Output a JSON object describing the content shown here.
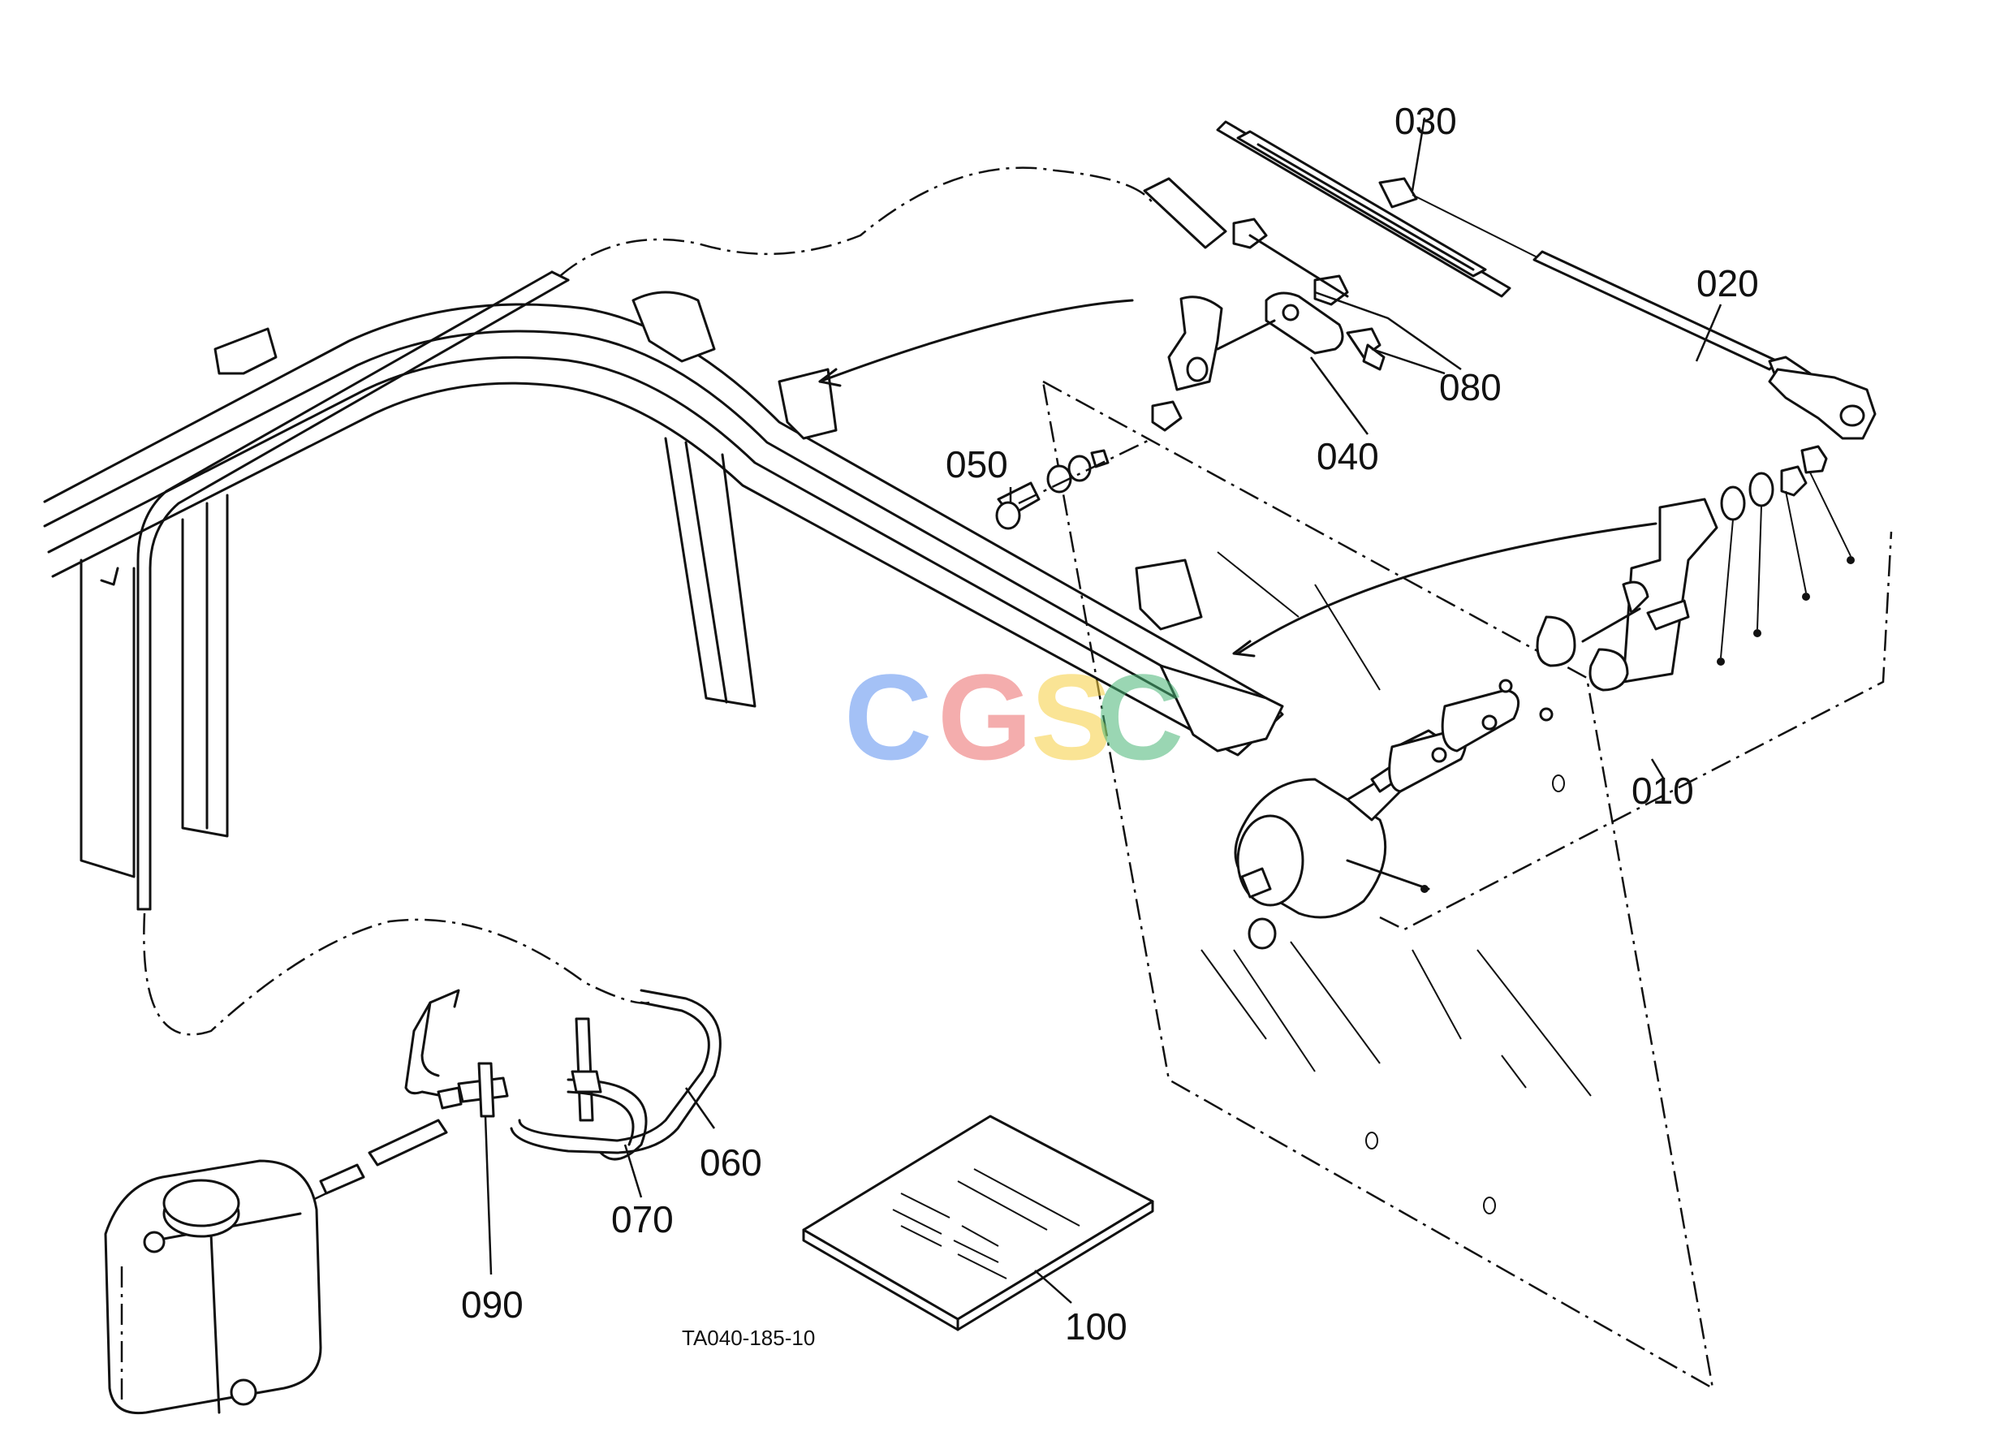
{
  "diagram": {
    "reference_code": "TA040-185-10",
    "watermark": {
      "text": "CGSC",
      "letters": [
        {
          "char": "C",
          "color": "#5b8ff0"
        },
        {
          "char": "G",
          "color": "#ec6b6b"
        },
        {
          "char": "S",
          "color": "#f6cf3f"
        },
        {
          "char": "C",
          "color": "#49b676"
        }
      ]
    },
    "callouts": [
      {
        "id": "010",
        "label": "010"
      },
      {
        "id": "020",
        "label": "020"
      },
      {
        "id": "030",
        "label": "030"
      },
      {
        "id": "040",
        "label": "040"
      },
      {
        "id": "050",
        "label": "050"
      },
      {
        "id": "060",
        "label": "060"
      },
      {
        "id": "070",
        "label": "070"
      },
      {
        "id": "080",
        "label": "080"
      },
      {
        "id": "090",
        "label": "090"
      },
      {
        "id": "100",
        "label": "100"
      }
    ]
  }
}
